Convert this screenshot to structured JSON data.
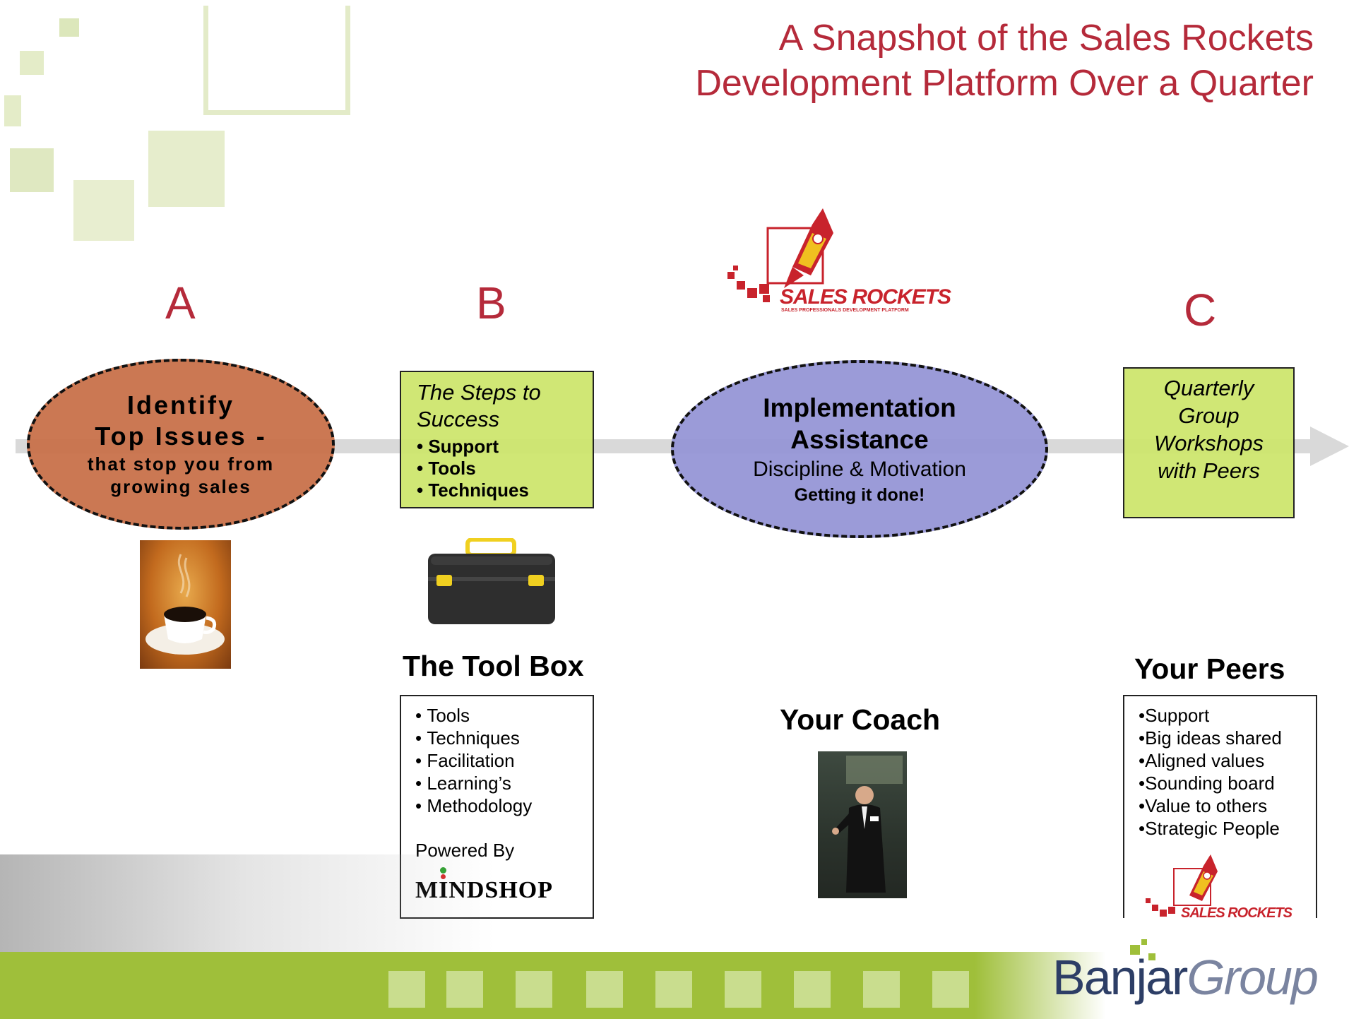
{
  "title": {
    "line1": "A Snapshot of the Sales Rockets",
    "line2": "Development Platform Over a Quarter"
  },
  "colors": {
    "brand_red": "#b52a3a",
    "orange": "#c8714a",
    "purple": "#9696d6",
    "lime": "#cce56a",
    "band": "#9fbf3a"
  },
  "stages": {
    "a": {
      "letter": "A",
      "line1": "Identify",
      "line2": "Top Issues -",
      "sub1": "that stop you from",
      "sub2": "growing sales"
    },
    "b": {
      "letter": "B",
      "heading1": "The Steps to",
      "heading2": "Success",
      "items": [
        "Support",
        "Tools",
        "Techniques"
      ]
    },
    "implementation": {
      "line1": "Implementation",
      "line2": "Assistance",
      "sub": "Discipline & Motivation",
      "bold_sub": "Getting it done!"
    },
    "c": {
      "letter": "C",
      "lines": [
        "Quarterly",
        "Group",
        "Workshops",
        "with Peers"
      ]
    }
  },
  "toolbox": {
    "heading": "The Tool Box",
    "items": [
      "Tools",
      "Techniques",
      "Facilitation",
      "Learning’s",
      "Methodology"
    ],
    "powered_by": "Powered By",
    "logo_text": "MINDSHOP"
  },
  "coach": {
    "heading": "Your Coach"
  },
  "peers": {
    "heading": "Your Peers",
    "items": [
      "Support",
      "Big ideas shared",
      "Aligned values",
      "Sounding board",
      "Value to others",
      "Strategic People"
    ]
  },
  "logos": {
    "sales_rockets": "SALES ROCKETS",
    "sales_rockets_tagline": "SALES PROFESSIONALS DEVELOPMENT PLATFORM",
    "banjar_part1": "Banjar",
    "banjar_part2": "Group"
  },
  "icons": [
    "coffee-cup-photo",
    "toolbox-photo",
    "coach-photo",
    "rocket-icon"
  ]
}
